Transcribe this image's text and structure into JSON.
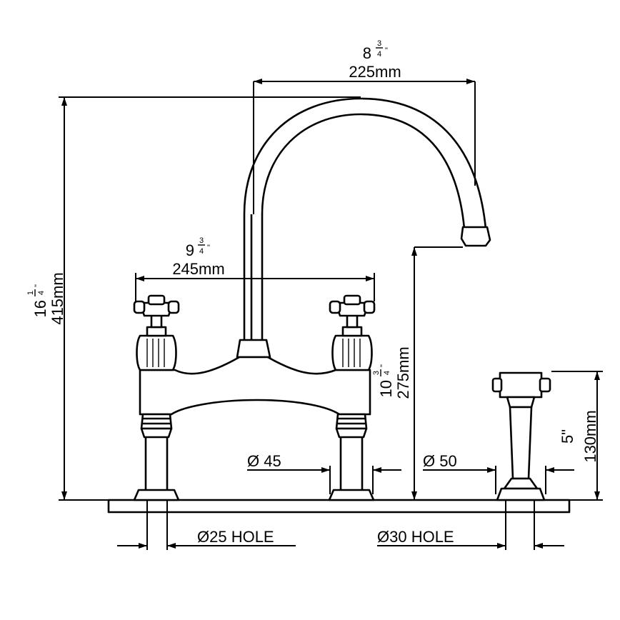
{
  "dimensions": {
    "spout_reach": {
      "imperial_whole": "8",
      "frac_num": "3",
      "frac_den": "4",
      "inch": "\"",
      "metric": "225mm"
    },
    "centres": {
      "imperial_whole": "9",
      "frac_num": "3",
      "frac_den": "4",
      "inch": "\"",
      "metric": "245mm"
    },
    "overall_height": {
      "imperial_whole": "16",
      "frac_num": "1",
      "frac_den": "4",
      "inch": "\"",
      "metric": "415mm"
    },
    "spout_height": {
      "imperial_whole": "10",
      "frac_num": "3",
      "frac_den": "4",
      "inch": "\"",
      "metric": "275mm"
    },
    "spray_height": {
      "imperial": "5\"",
      "metric": "130mm"
    }
  },
  "labels": {
    "leg_diameter": "Ø 45",
    "spray_diameter": "Ø 50",
    "tap_hole": "Ø25 HOLE",
    "spray_hole": "Ø30 HOLE"
  },
  "colors": {
    "line": "#000000",
    "background": "#ffffff"
  }
}
